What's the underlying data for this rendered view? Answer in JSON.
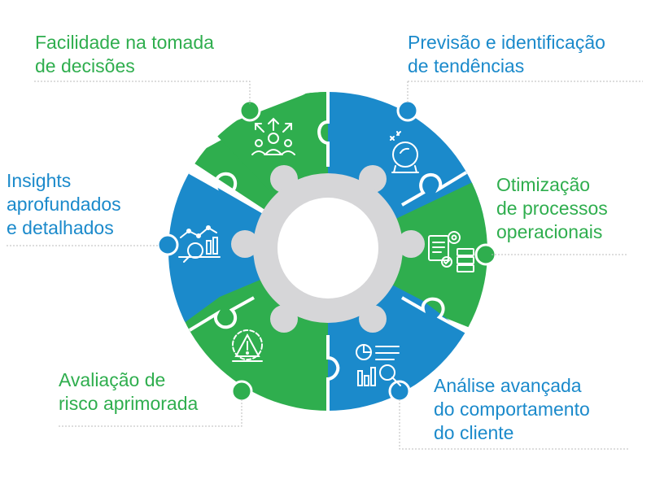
{
  "colors": {
    "green": "#2FAE4E",
    "blue": "#1B8ACB",
    "gear": "#D6D6D8",
    "white": "#FFFFFF"
  },
  "labels": {
    "top_left": {
      "line1": "Facilidade na tomada",
      "line2": "de decisões"
    },
    "top_right": {
      "line1": "Previsão e identificação",
      "line2": "de tendências"
    },
    "mid_left": {
      "line1": "Insights",
      "line2": "aprofundados",
      "line3": "e detalhados"
    },
    "mid_right": {
      "line1": "Otimização",
      "line2": "de processos",
      "line3": "operacionais"
    },
    "bottom_left": {
      "line1": "Avaliação de",
      "line2": "risco aprimorada"
    },
    "bottom_right": {
      "line1": "Análise avançada",
      "line2": "do comportamento",
      "line3": "do cliente"
    }
  },
  "icons": [
    "decision-people-icon",
    "crystal-ball-icon",
    "process-documents-icon",
    "customer-analytics-icon",
    "risk-warning-gear-icon",
    "insights-magnifier-chart-icon"
  ]
}
